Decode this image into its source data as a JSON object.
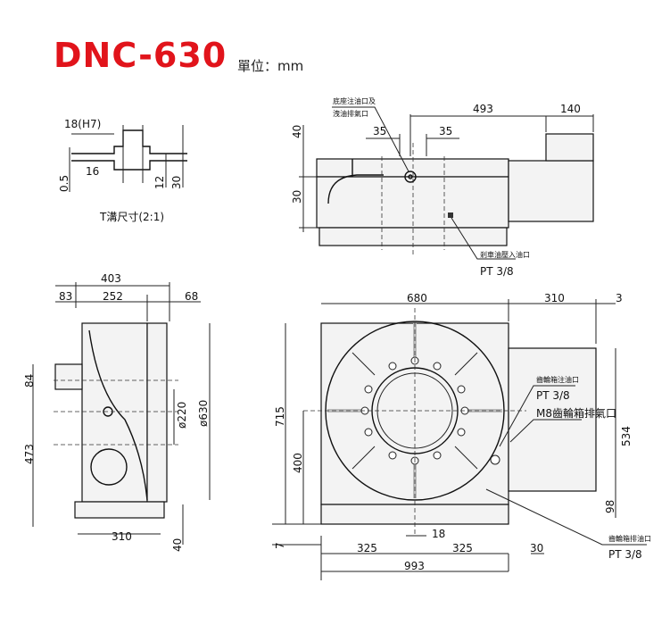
{
  "header": {
    "title": "DNC-630",
    "unit": "單位：mm"
  },
  "tslot": {
    "caption": "T溝尺寸(2:1)",
    "dims": {
      "width": "18(H7)",
      "inner": "16",
      "d05": "0.5",
      "d12": "12",
      "d30": "30"
    }
  },
  "top_view": {
    "dims": {
      "d493": "493",
      "d140": "140",
      "d35a": "35",
      "d35b": "35",
      "d40": "40",
      "d30": "30"
    },
    "callout_1_line1": "底座注油口及",
    "callout_1_line2": "洩油排氣口",
    "callout_2_line1": "剎車油壓入油口",
    "callout_2_line2": "PT 3/8"
  },
  "side_view": {
    "dims": {
      "d403": "403",
      "d83": "83",
      "d252": "252",
      "d68": "68",
      "d84": "84",
      "d473": "473",
      "d220": "ø220",
      "d630": "ø630",
      "d310": "310",
      "d40": "40"
    }
  },
  "front_view": {
    "dims": {
      "d680": "680",
      "d310": "310",
      "d3": "3",
      "d715": "715",
      "d400": "400",
      "d534": "534",
      "d98": "98",
      "d7": "7",
      "d18": "18",
      "d325a": "325",
      "d325b": "325",
      "d30": "30",
      "d993": "993"
    },
    "callout_a_line1": "齒輪箱注油口",
    "callout_a_line2": "PT 3/8",
    "callout_b": "M8齒輪箱排氣口",
    "callout_c_line1": "齒輪箱排油口",
    "callout_c_line2": "PT 3/8"
  }
}
